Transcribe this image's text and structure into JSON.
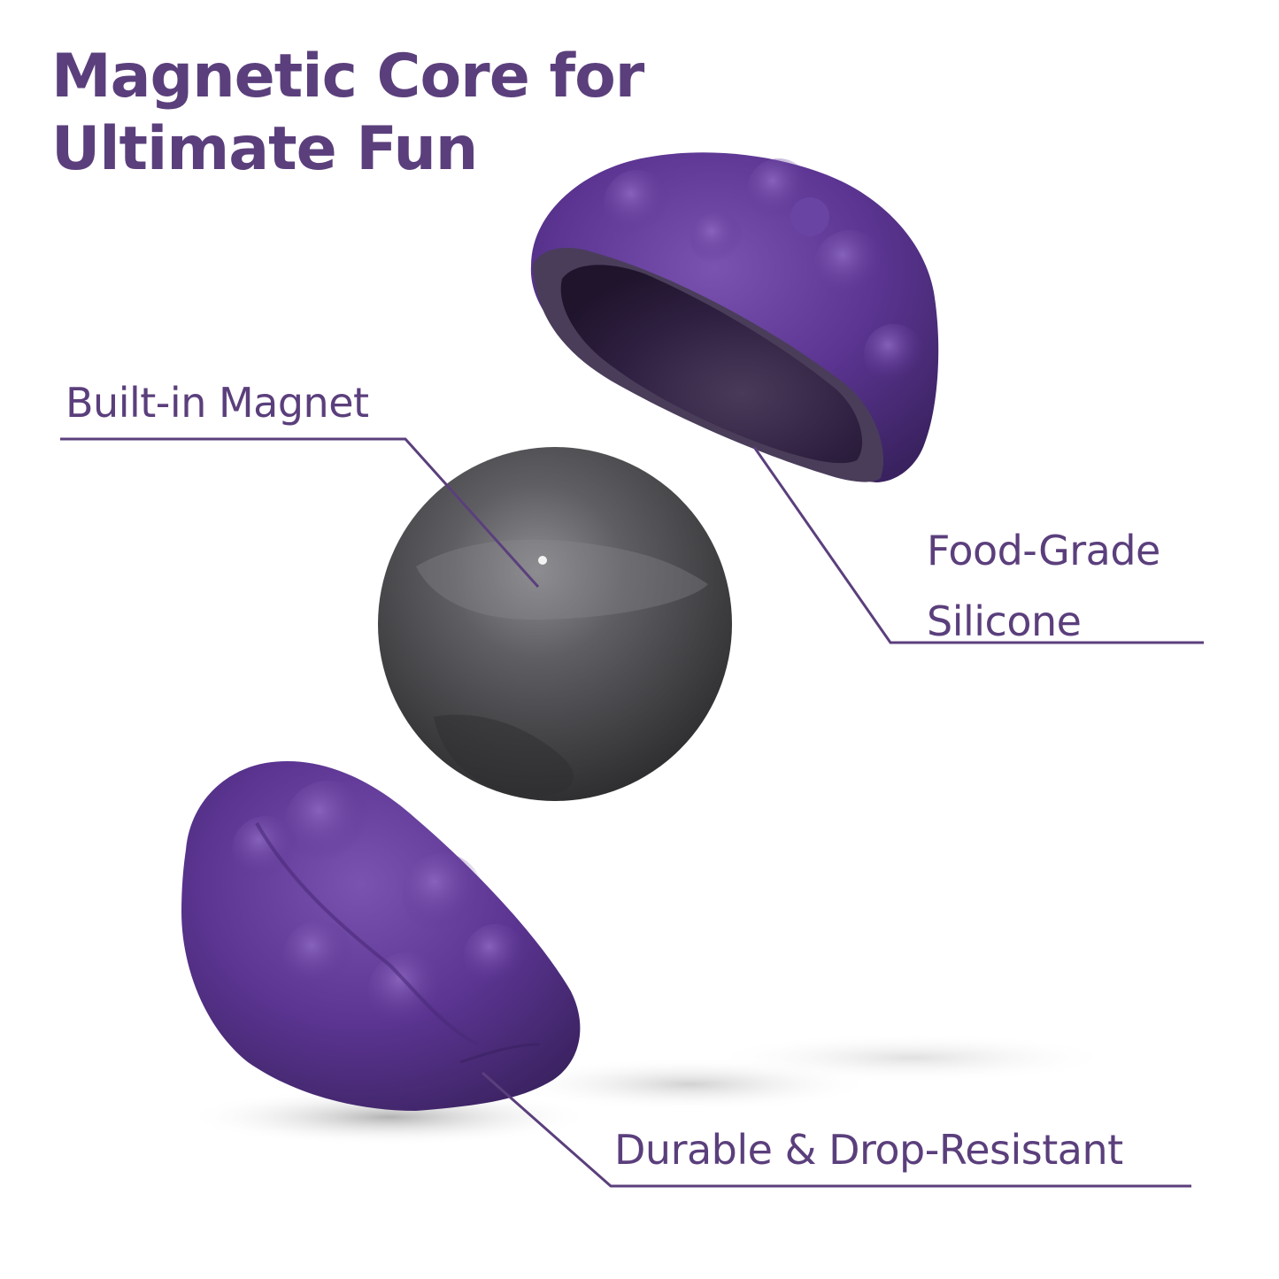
{
  "title": {
    "line1": "Magnetic Core for",
    "line2": "Ultimate Fun"
  },
  "callouts": [
    {
      "id": "magnet",
      "label": "Built-in Magnet"
    },
    {
      "id": "silicone",
      "line1": "Food-Grade",
      "line2": "Silicone"
    },
    {
      "id": "durable",
      "label": "Durable & Drop-Resistant"
    }
  ],
  "colors": {
    "accent": "#5b3f7c",
    "silicone_purple": "#5a3490",
    "silicone_dark": "#3a2454",
    "magnet_gray": "#4a4a4c",
    "background": "#ffffff"
  },
  "illustration": {
    "items": [
      "top-silicone-half-shell",
      "magnetic-sphere-core",
      "bottom-silicone-half"
    ]
  }
}
